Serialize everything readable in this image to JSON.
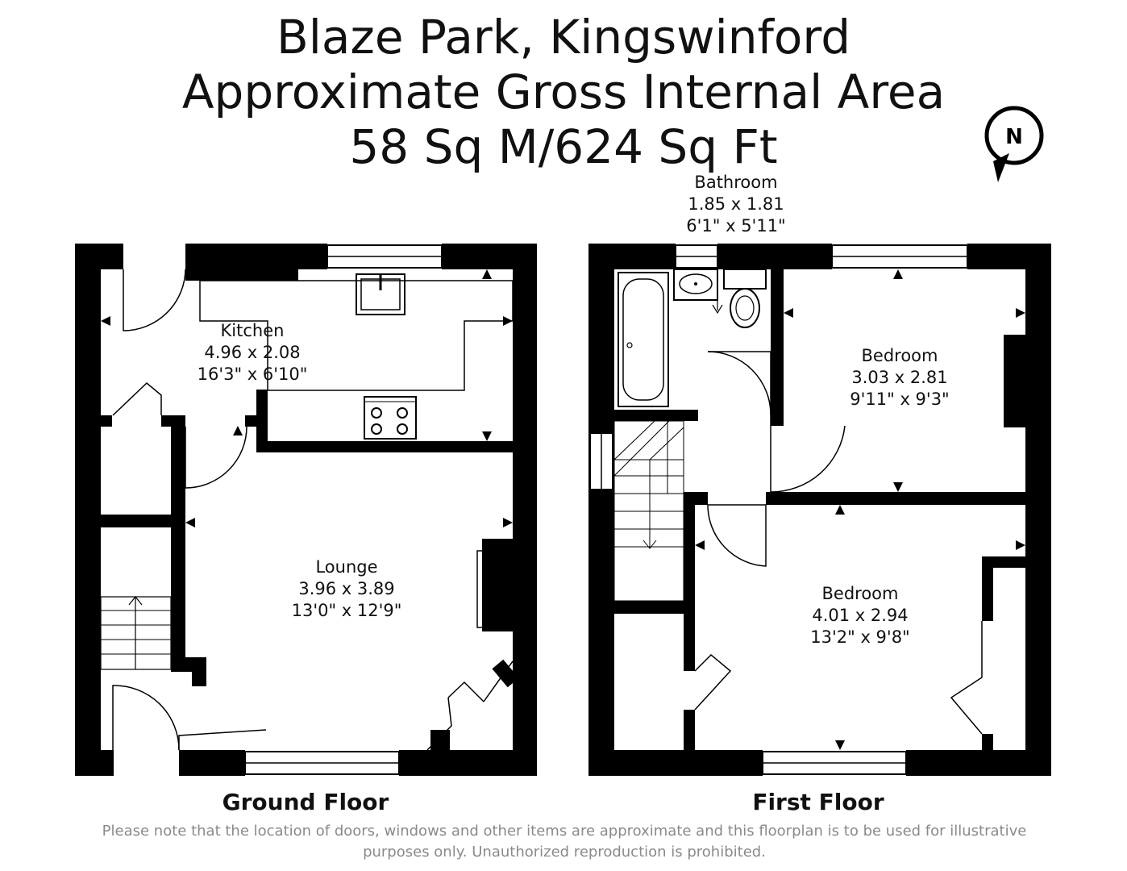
{
  "title": {
    "line1": "Blaze Park, Kingswinford",
    "line2": "Approximate Gross Internal Area",
    "line3": "58 Sq M/624 Sq Ft"
  },
  "compass": {
    "letter": "N",
    "icon": "north-compass-icon"
  },
  "ground_floor": {
    "label": "Ground Floor",
    "kitchen": {
      "name": "Kitchen",
      "metric": "4.96 x 2.08",
      "imperial": "16'3\" x 6'10\""
    },
    "lounge": {
      "name": "Lounge",
      "metric": "3.96 x 3.89",
      "imperial": "13'0\" x 12'9\""
    }
  },
  "first_floor": {
    "label": "First Floor",
    "bathroom": {
      "name": "Bathroom",
      "metric": "1.85 x 1.81",
      "imperial": "6'1\" x 5'11\""
    },
    "bedroom1": {
      "name": "Bedroom",
      "metric": "3.03 x 2.81",
      "imperial": "9'11\" x 9'3\""
    },
    "bedroom2": {
      "name": "Bedroom",
      "metric": "4.01 x 2.94",
      "imperial": "13'2\" x 9'8\""
    }
  },
  "disclaimer": {
    "line1": "Please note that the location of doors, windows and other items are approximate and this floorplan is to be used for illustrative",
    "line2": "purposes only. Unauthorized reproduction is prohibited."
  },
  "colors": {
    "wall": "#000000",
    "text": "#111111",
    "disclaimer": "#8a8a8a"
  }
}
